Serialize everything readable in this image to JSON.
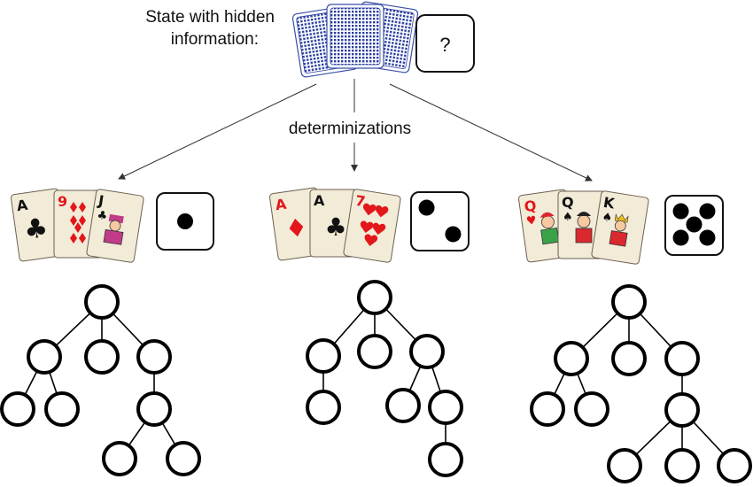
{
  "header": {
    "label_line1": "State with hidden",
    "label_line2": "information:",
    "unknown_symbol": "?",
    "arrow_label": "determinizations"
  },
  "determinizations": [
    {
      "cards": [
        {
          "rank": "A",
          "suit": "clubs",
          "glyph": "♣",
          "color": "#111111"
        },
        {
          "rank": "9",
          "suit": "diamonds",
          "glyph": "♦",
          "color": "#e3161b"
        },
        {
          "rank": "J",
          "suit": "clubs",
          "glyph": "♣",
          "color": "#111111"
        }
      ],
      "die_value": 1
    },
    {
      "cards": [
        {
          "rank": "A",
          "suit": "diamonds",
          "glyph": "♦",
          "color": "#e3161b"
        },
        {
          "rank": "A",
          "suit": "clubs",
          "glyph": "♣",
          "color": "#111111"
        },
        {
          "rank": "7",
          "suit": "hearts",
          "glyph": "♥",
          "color": "#e3161b"
        }
      ],
      "die_value": 2
    },
    {
      "cards": [
        {
          "rank": "Q",
          "suit": "hearts",
          "glyph": "♥",
          "color": "#e3161b"
        },
        {
          "rank": "Q",
          "suit": "spades",
          "glyph": "♠",
          "color": "#111111"
        },
        {
          "rank": "K",
          "suit": "spades",
          "glyph": "♠",
          "color": "#111111"
        }
      ],
      "die_value": 5
    }
  ],
  "colors": {
    "card_back": "#2a3fa0",
    "card_face": "#f2ebd7",
    "node_stroke": "#000000"
  }
}
